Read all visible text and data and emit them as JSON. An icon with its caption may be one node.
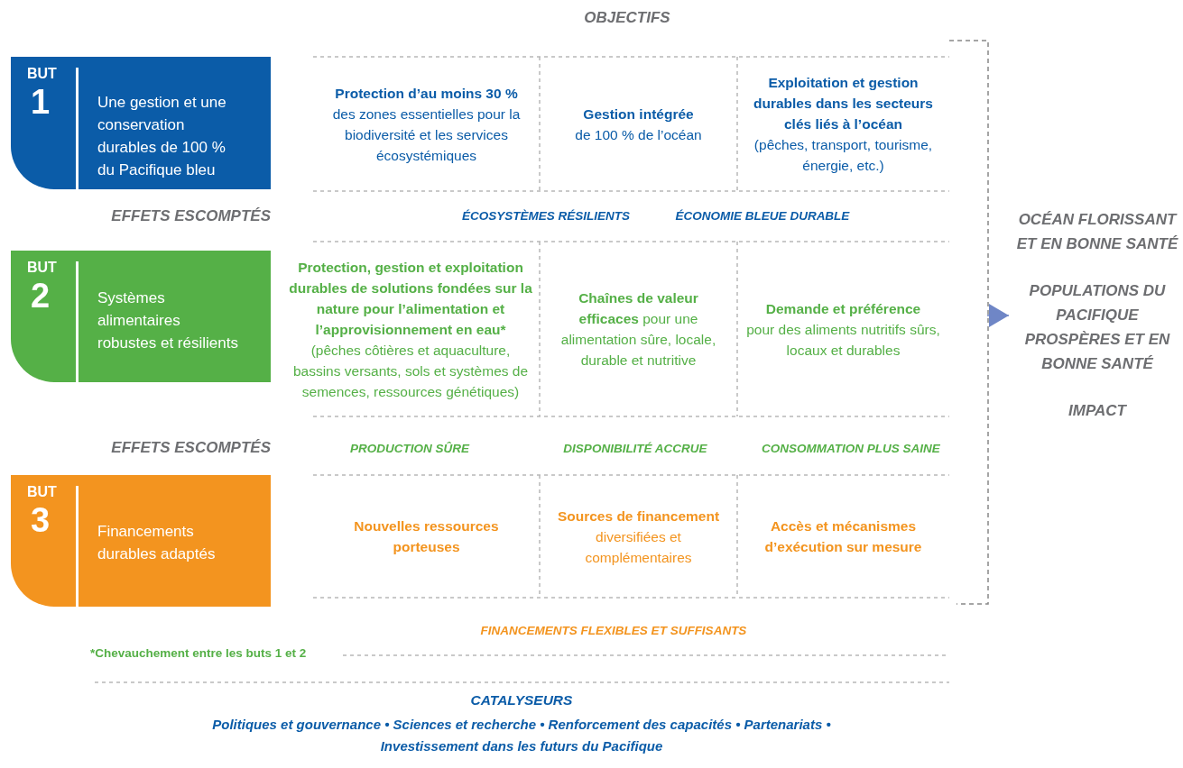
{
  "diagram": {
    "nodes": [
      {
        "text": [
          "BUT",
          "1",
          "Une gestion et une conservation durables de 100 % du Pacifique bleu"
        ]
      },
      {
        "text": [
          "Protection d’au moins 30 %",
          "des zones essentielles pour la biodiversité et les services écosystémiques"
        ]
      },
      {
        "text": [
          "Gestion intégrée",
          "de 100 % de l’océan"
        ]
      },
      {
        "text": [
          "Exploitation et gestion durables dans les secteurs clés liés à l’océan",
          "(pêches, transport, tourisme, énergie, etc.)"
        ]
      },
      {
        "text": [
          "BUT",
          "2",
          "Systèmes alimentaires robustes et résilients"
        ]
      },
      {
        "text": [
          "Protection, gestion et exploitation durables de solutions fondées sur la nature pour l’alimentation et l’approvisionnement en eau*",
          "(pêches côtières et aquaculture, bassins versants, sols et systèmes de semences, ressources génétiques)"
        ]
      },
      {
        "text": [
          "**Chaînes de valeur efficaces** pour une alimentation sûre, locale, durable et nutritive"
        ]
      },
      {
        "text": [
          "Demande et préférence",
          "pour des aliments nutritifs sûrs, locaux et durables"
        ]
      },
      {
        "text": [
          "BUT",
          "3",
          "Financements durables adaptés"
        ]
      },
      {
        "text": [
          "Nouvelles ressources porteuses"
        ]
      },
      {
        "text": [
          "Sources de financement",
          "diversifiées et complémentaires"
        ]
      },
      {
        "text": [
          "Accès et mécanismes d’exécution sur mesure"
        ]
      },
      {
        "text": [],
        "shape": "bracket"
      },
      {
        "text": [
          "OCÉAN FLORISSANT ET EN BONNE SANTÉ",
          "POPULATIONS DU PACIFIQUE PROSPÈRES ET EN BONNE SANTÉ",
          "IMPACT"
        ]
      }
    ],
    "edges": [
      {
        "from": 12,
        "to": 13,
        "arrow": "to"
      }
    ],
    "labels": [
      "OBJECTIFS",
      "EFFETS ESCOMPTÉS",
      "ÉCOSYSTÈMES RÉSILIENTS",
      "ÉCONOMIE BLEUE DURABLE",
      "EFFETS ESCOMPTÉS",
      "PRODUCTION SÛRE",
      "DISPONIBILITÉ ACCRUE",
      "CONSOMMATION PLUS SAINE",
      "FINANCEMENTS FLEXIBLES ET SUFFISANTS",
      "*Chevauchement entre les buts 1 et 2",
      "CATALYSEURS",
      "Politiques et gouvernance • Sciences et recherche • Renforcement des capacités • Partenariats • Investissement dans les futurs du Pacifique"
    ]
  }
}
